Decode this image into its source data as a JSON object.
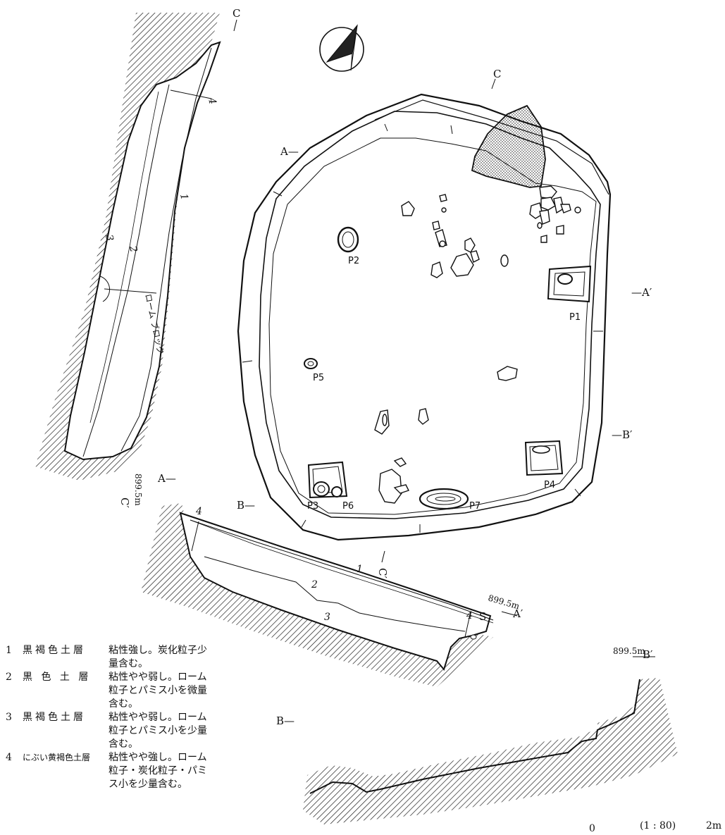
{
  "section_labels": {
    "A": "A—",
    "A_prime": "—A′",
    "B": "B—",
    "B_prime": "—B′",
    "C": "C",
    "C_prime": "C′"
  },
  "pits": [
    "P1",
    "P2",
    "P3",
    "P4",
    "P5",
    "P6",
    "P7"
  ],
  "elevation": "899.5m",
  "section_c": {
    "layer_numbers": [
      "1",
      "2",
      "3",
      "4"
    ],
    "annotation": "ローム ブロック",
    "elevation_label": "899.5m",
    "end_label": "C′"
  },
  "section_a": {
    "layer_numbers": [
      "1",
      "2",
      "3",
      "4"
    ],
    "s_label": "S",
    "elevation_label": "899.5m",
    "end_label": "A′"
  },
  "section_b": {
    "elevation_label": "899.5m",
    "end_label": "B′",
    "start_label": "B—"
  },
  "legend": [
    {
      "num": "1",
      "name": "黒褐色土層",
      "desc_lines": [
        "粘性強し。炭化粒子少",
        "量含む。"
      ]
    },
    {
      "num": "2",
      "name": "黒 色 土 層",
      "desc_lines": [
        "粘性やや弱し。ローム",
        "粒子とパミス小を微量",
        "含む。"
      ]
    },
    {
      "num": "3",
      "name": "黒褐色土層",
      "desc_lines": [
        "粘性やや弱し。ローム",
        "粒子とパミス小を少量",
        "含む。"
      ]
    },
    {
      "num": "4",
      "name": "にぶい黄褐色土層",
      "desc_lines": [
        "粘性やや強し。ローム",
        "粒子・炭化粒子・パミ",
        "ス小を少量含む。"
      ]
    }
  ],
  "scale_bar": {
    "start": "0",
    "ratio": "(1 : 80)",
    "end": "2m"
  },
  "colors": {
    "ink": "#111111",
    "paper": "#ffffff"
  }
}
